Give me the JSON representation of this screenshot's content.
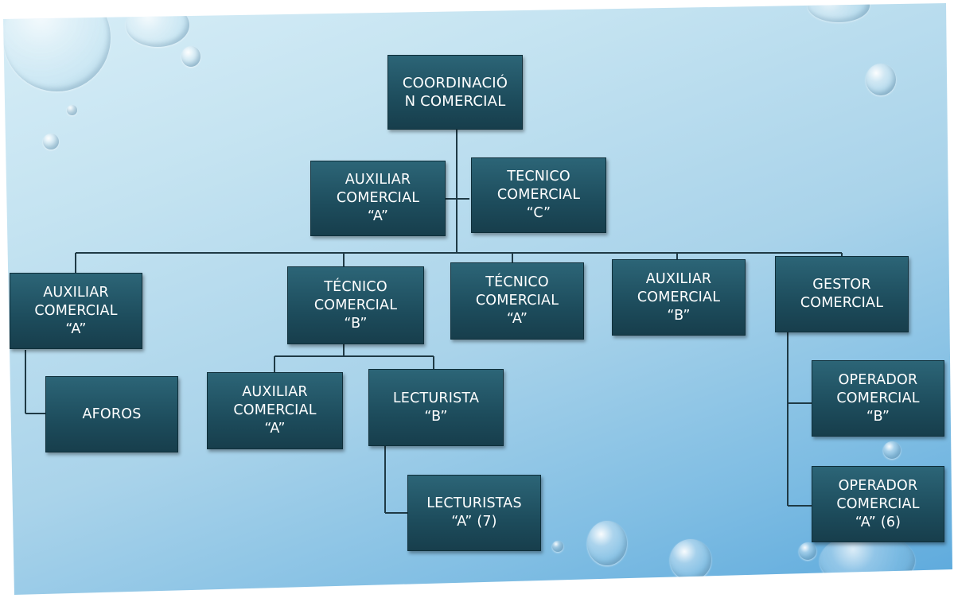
{
  "org_chart": {
    "coordinacion": "COORDINACIÓ\nN COMERCIAL",
    "auxiliar_comercial_a_top": "AUXILIAR\nCOMERCIAL\n“A”",
    "tecnico_comercial_c": "TECNICO\nCOMERCIAL\n“C”",
    "auxiliar_comercial_a_left": "AUXILIAR\nCOMERCIAL\n“A”",
    "tecnico_comercial_b": "TÉCNICO\nCOMERCIAL\n“B”",
    "tecnico_comercial_a": "TÉCNICO\nCOMERCIAL\n“A”",
    "auxiliar_comercial_b": "AUXILIAR\nCOMERCIAL\n“B”",
    "gestor_comercial": "GESTOR\nCOMERCIAL",
    "aforos": "AFOROS",
    "auxiliar_comercial_a_sub": "AUXILIAR\nCOMERCIAL\n“A”",
    "lecturista_b": "LECTURISTA\n“B”",
    "lecturistas_a": "LECTURISTAS\n“A” (7)",
    "operador_comercial_b": "OPERADOR\nCOMERCIAL\n“B”",
    "operador_comercial_a": "OPERADOR\nCOMERCIAL\n“A” (6)"
  },
  "colors": {
    "node_fill": "#1d4c5c",
    "node_text": "#ffffff",
    "connector": "#1f3a45",
    "background_top": "#d8eef7",
    "background_bottom": "#5aa8dc"
  }
}
